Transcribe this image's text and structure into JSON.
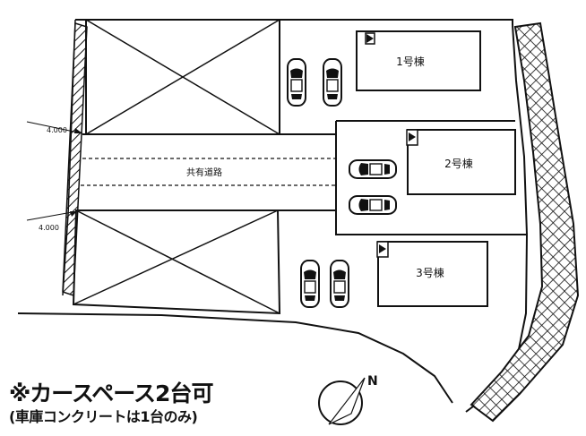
{
  "buildings": [
    {
      "id": "b1",
      "label": "1号棟"
    },
    {
      "id": "b2",
      "label": "2号棟"
    },
    {
      "id": "b3",
      "label": "3号棟"
    }
  ],
  "labels": {
    "shared_road": "共有道路",
    "width_top": "4.000",
    "width_bottom": "4.000",
    "north": "N"
  },
  "notes": {
    "main": "※カースペース2台可",
    "sub": "(車庫コンクリートは1台のみ)"
  },
  "colors": {
    "ink": "#111111",
    "background": "#ffffff"
  }
}
